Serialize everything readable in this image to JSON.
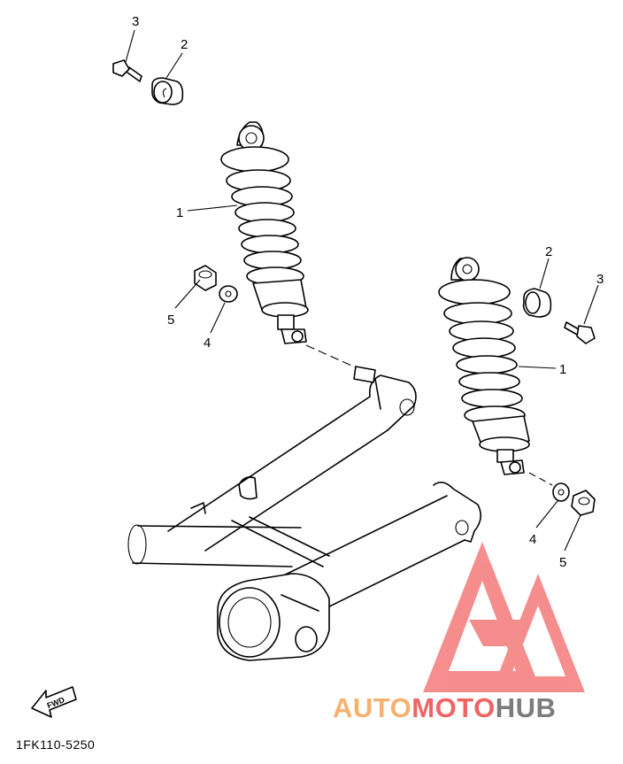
{
  "diagram": {
    "part_code": "1FK110-5250",
    "fwd_label": "FWD",
    "callouts": [
      {
        "id": "left-shock",
        "label": "1"
      },
      {
        "id": "left-bushing",
        "label": "2"
      },
      {
        "id": "left-bolt",
        "label": "3"
      },
      {
        "id": "left-washer",
        "label": "4"
      },
      {
        "id": "left-nut",
        "label": "5"
      },
      {
        "id": "right-shock",
        "label": "1"
      },
      {
        "id": "right-bushing",
        "label": "2"
      },
      {
        "id": "right-bolt",
        "label": "3"
      },
      {
        "id": "right-washer",
        "label": "4"
      },
      {
        "id": "right-nut",
        "label": "5"
      }
    ]
  },
  "watermark": {
    "brand_part1": "AUTO",
    "brand_part2": "MOTO",
    "brand_part3": "HUB",
    "colors": {
      "red": "#f04848",
      "orange": "#f6a455",
      "gray": "#6e6e6e"
    }
  }
}
